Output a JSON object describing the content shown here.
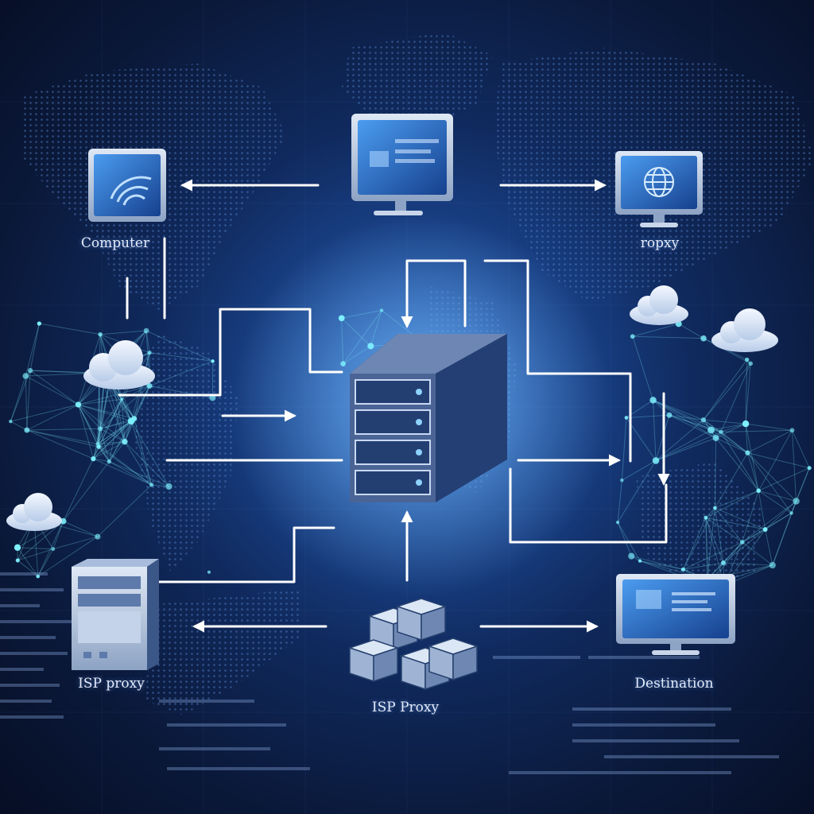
{
  "diagram": {
    "labels": {
      "computer": "Computer",
      "proxy": "ropxy",
      "isp_proxy_left": "ISP proxy",
      "isp_proxy_center": "ISP Proxy",
      "destination": "Destination"
    }
  },
  "colors": {
    "background_dark": "#0a1838",
    "background_glow": "#2e6fc8",
    "connector": "#ffffff",
    "network_node": "#7ff2ff",
    "screen": "#2d74d4",
    "cloud": "#dbe8f8"
  },
  "icons": [
    "monitor-icon",
    "server-icon",
    "cloud-icon",
    "tower-server-icon",
    "cube-cluster-icon",
    "globe-icon",
    "wifi-icon"
  ]
}
